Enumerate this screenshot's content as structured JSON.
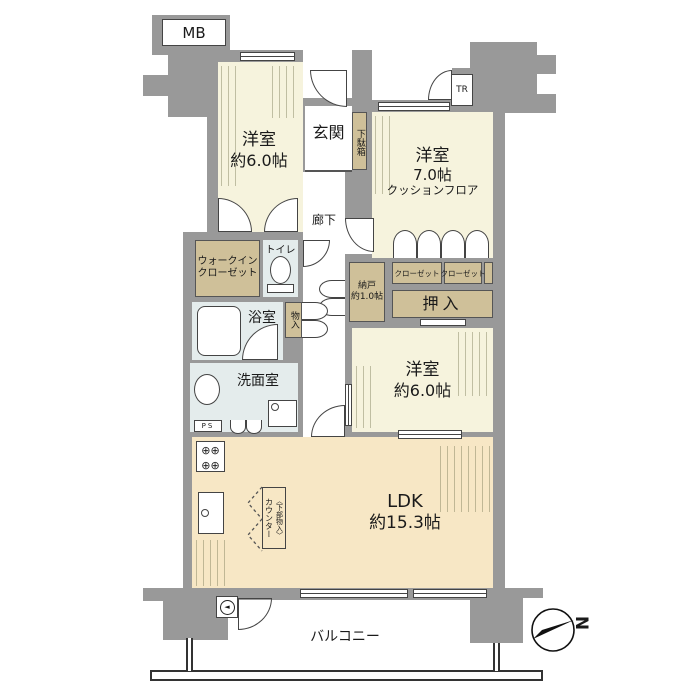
{
  "colors": {
    "wall": "#999999",
    "outline": "#444444",
    "room_cream": "#f6f3dd",
    "storage_tan": "#cfc099",
    "wet_area": "#e4ecec",
    "ldk_peach": "#f7e7c5",
    "white": "#ffffff"
  },
  "rooms": {
    "bedroom_nw": {
      "name": "洋室",
      "size": "約6.0帖"
    },
    "bedroom_ne": {
      "name": "洋室",
      "size": "7.0帖",
      "floor": "クッションフロア"
    },
    "bedroom_e": {
      "name": "洋室",
      "size": "約6.0帖"
    },
    "ldk": {
      "name": "LDK",
      "size": "約15.3帖"
    },
    "entrance": "玄関",
    "hallway": "廊下",
    "shoe_cabinet": "下駄箱",
    "wic": {
      "line1": "ウォークイン",
      "line2": "クローゼット"
    },
    "toilet": "トイレ",
    "bath": "浴室",
    "washroom": "洗面室",
    "storage_small": "物入",
    "nando": {
      "name": "納戸",
      "size": "約1.0帖"
    },
    "closet_left": "クローゼット",
    "closet_right": "クローゼット",
    "oshiire": "押入",
    "counter": {
      "line1": "カウンター",
      "line2": "〈下部物入〉"
    },
    "balcony": "バルコニー"
  },
  "annotations": {
    "mb": "MB",
    "tr": "TR",
    "ps": "PS",
    "compass_north": "N"
  }
}
